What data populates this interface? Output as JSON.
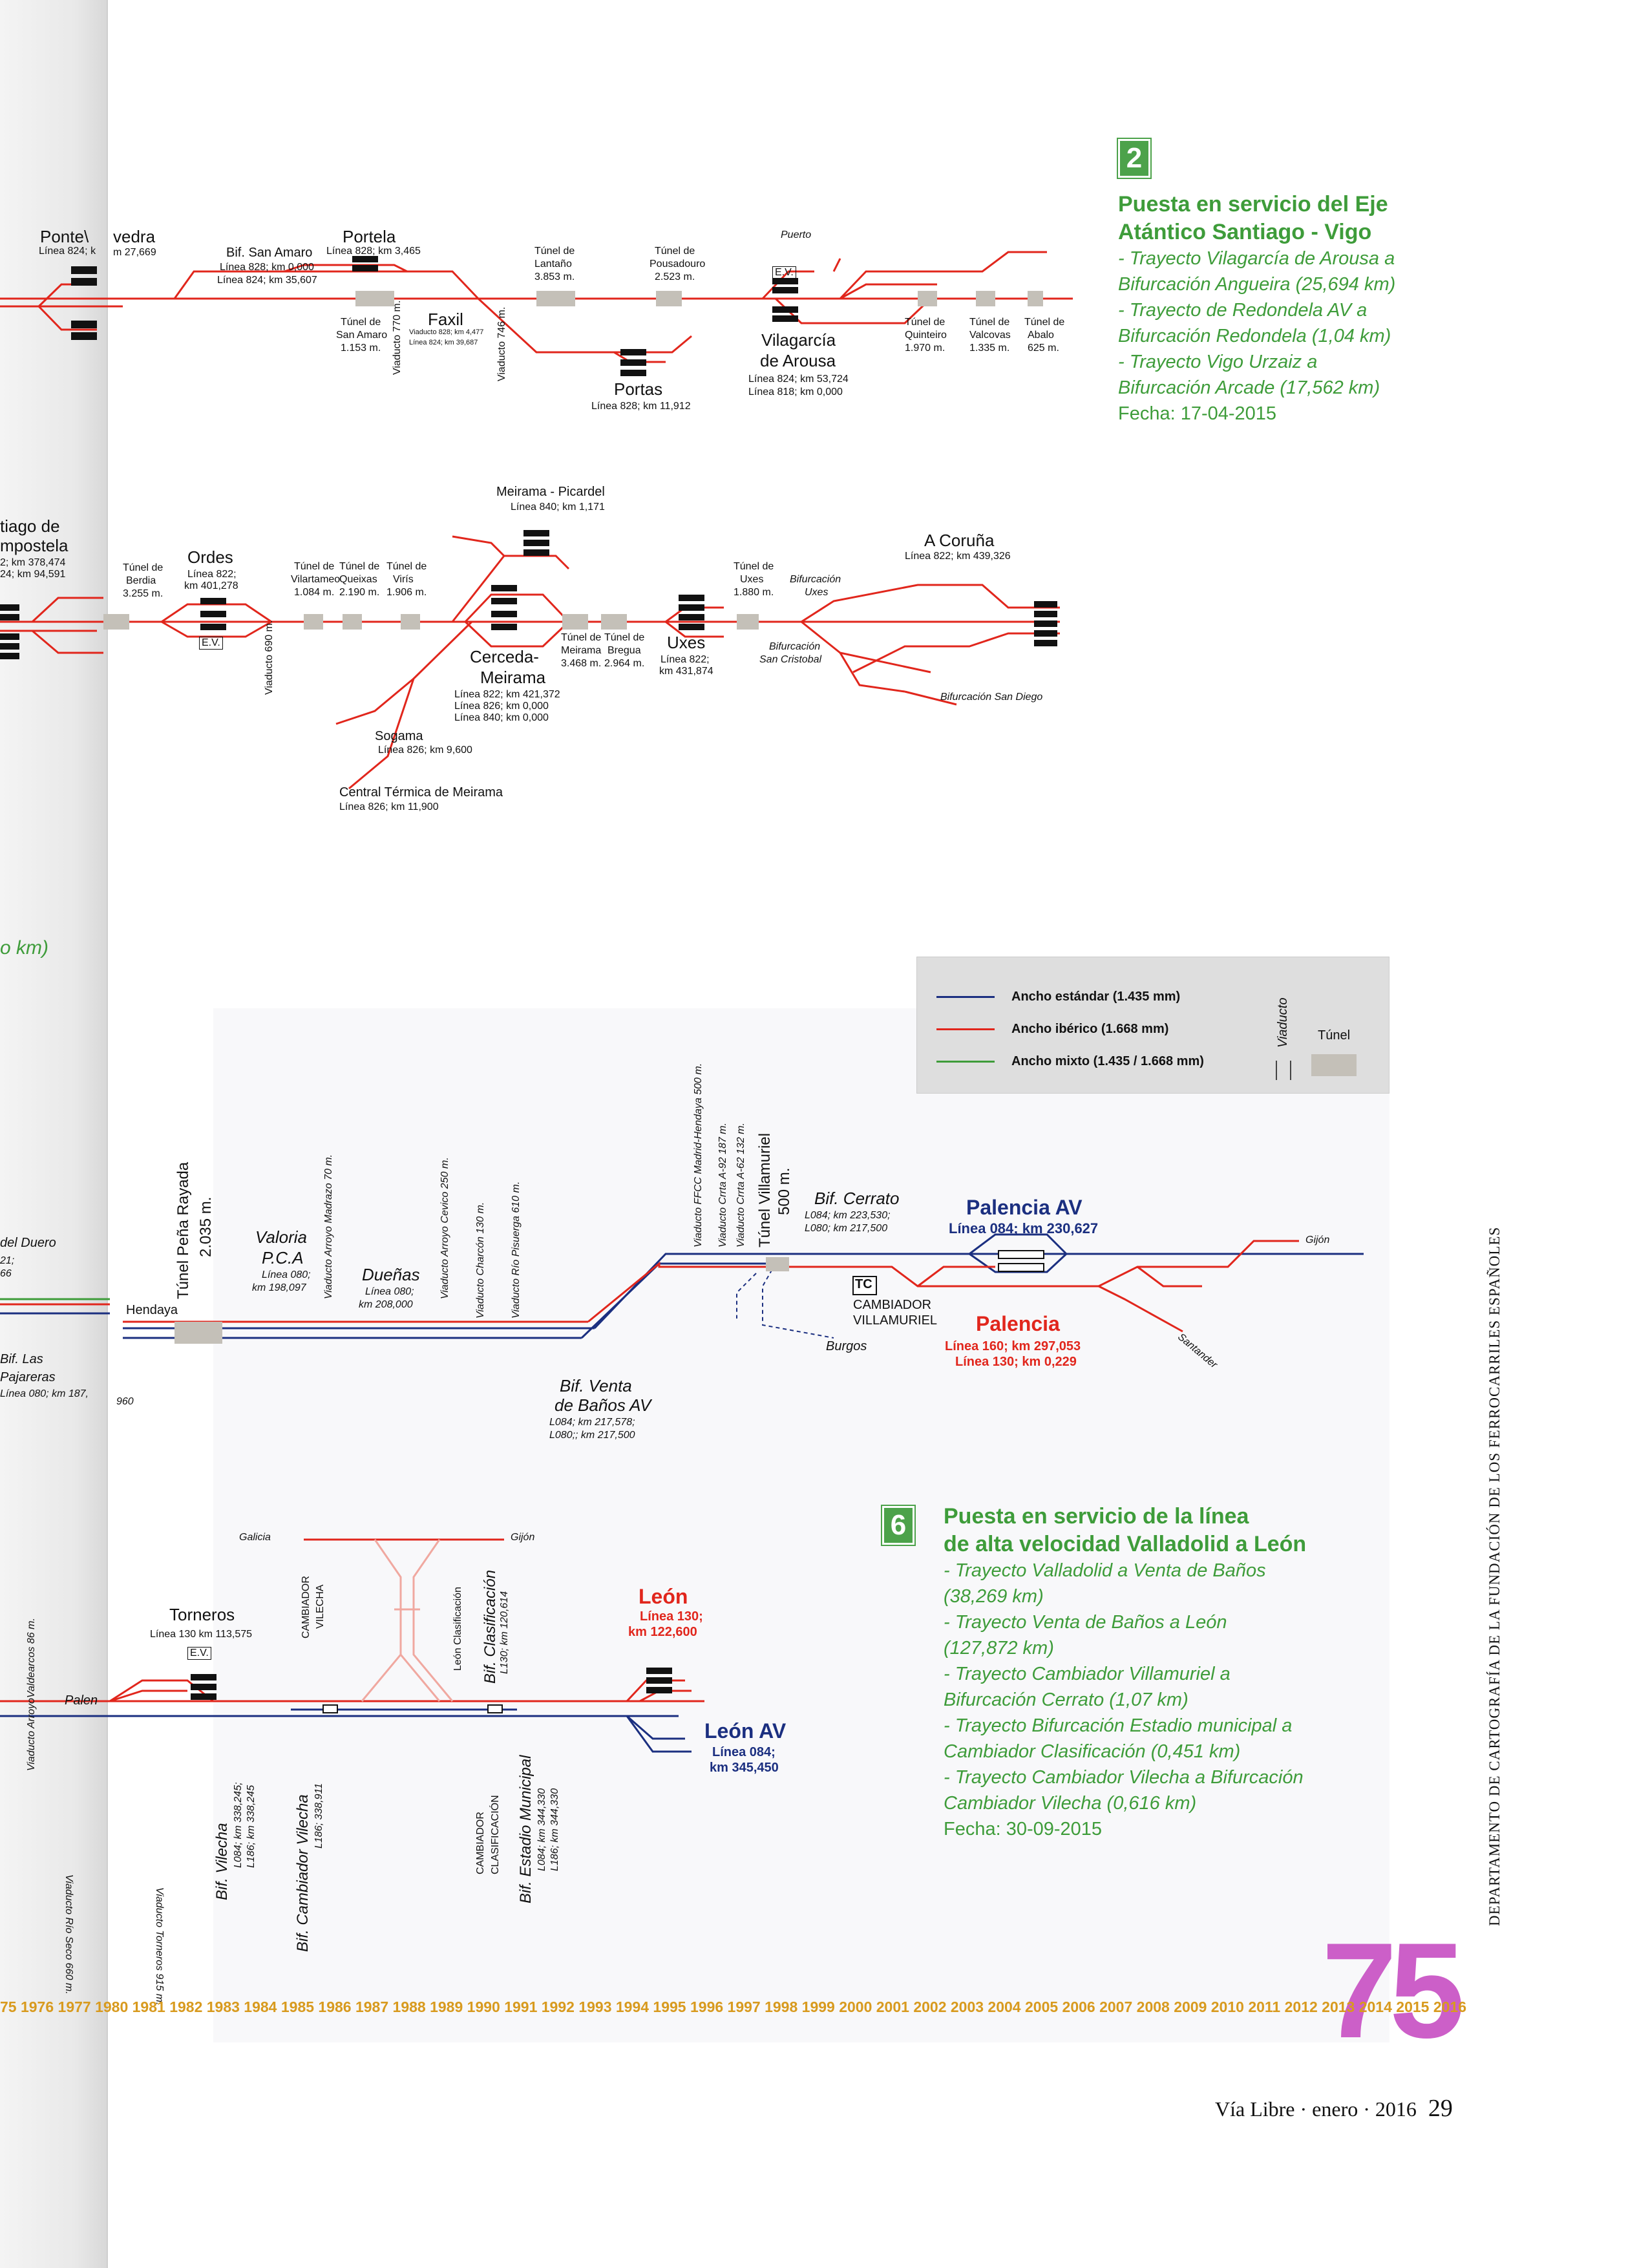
{
  "section2": {
    "number": "2",
    "title_1": "Puesta en servicio del Eje",
    "title_2": "Atántico Santiago - Vigo",
    "items": [
      "- Trayecto Vilagarcía de Arousa a",
      "Bifurcación Angueira (25,694 km)",
      "- Trayecto de Redondela AV a",
      "Bifurcación Redondela (1,04 km)",
      "- Trayecto Vigo Urzaiz a",
      "Bifurcación Arcade (17,562 km)"
    ],
    "fecha": "Fecha: 17-04-2015"
  },
  "section6": {
    "number": "6",
    "title_1": "Puesta en servicio de la línea",
    "title_2": "de alta velocidad Valladolid a León",
    "items": [
      "- Trayecto Valladolid a Venta de Baños",
      "(38,269 km)",
      "- Trayecto Venta de Baños a León",
      "(127,872 km)",
      "- Trayecto Cambiador Villamuriel a",
      "Bifurcación Cerrato (1,07 km)",
      "- Trayecto Bifurcación Estadio municipal a",
      "Cambiador Clasificación (0,451 km)",
      "- Trayecto Cambiador Vilecha a Bifurcación",
      "Cambiador Vilecha (0,616 km)"
    ],
    "fecha": "Fecha: 30-09-2015"
  },
  "legend": {
    "estandar": "Ancho estándar (1.435 mm)",
    "iberico": "Ancho ibérico (1.668 mm)",
    "mixto": "Ancho mixto (1.435 / 1.668 mm)",
    "viaducto": "Viaducto",
    "tunel": "Túnel",
    "colors": {
      "estandar": "#1b2f80",
      "iberico": "#e1261c",
      "mixto": "#3e9c3a",
      "tunnel": "#c4c0b8"
    }
  },
  "map_vigo": {
    "ponte": "Ponte\\",
    "ponte_km": "Línea 824; k",
    "pontevedra": "vedra",
    "pontevedra_km": "m 27,669",
    "bif_san_amaro": "Bif. San Amaro",
    "bif_san_amaro_km1": "Línea 828; km 0,000",
    "bif_san_amaro_km2": "Línea 824; km 35,607",
    "portela": "Portela",
    "portela_km": "Línea 828; km 3,465",
    "tunel_san_amaro_1": "Túnel de",
    "tunel_san_amaro_2": "San Amaro",
    "tunel_san_amaro_3": "1.153 m.",
    "faxil": "Faxil",
    "faxil_km1": "Viaducto 828; km 4,477",
    "faxil_km2": "Línea 824; km 39,687",
    "viaducto_770": "Viaducto 770 m.",
    "viaducto_746": "Viaducto 746 m.",
    "tunel_lantano_1": "Túnel de",
    "tunel_lantano_2": "Lantaño",
    "tunel_lantano_3": "3.853 m.",
    "tunel_pousadouro_1": "Túnel de",
    "tunel_pousadouro_2": "Pousadouro",
    "tunel_pousadouro_3": "2.523 m.",
    "portas": "Portas",
    "portas_km": "Línea 828; km 11,912",
    "puerto": "Puerto",
    "vilagarcia_1": "Vilagarcía",
    "vilagarcia_2": "de Arousa",
    "vilagarcia_km1": "Línea 824; km 53,724",
    "vilagarcia_km2": "Línea 818; km 0,000",
    "tunel_quinteiro_1": "Túnel de",
    "tunel_quinteiro_2": "Quinteiro",
    "tunel_quinteiro_3": "1.970 m.",
    "tunel_valcovas_1": "Túnel de",
    "tunel_valcovas_2": "Valcovas",
    "tunel_valcovas_3": "1.335 m.",
    "tunel_abalo_1": "Túnel de",
    "tunel_abalo_2": "Abalo",
    "tunel_abalo_3": "625 m.",
    "ev": "E.V."
  },
  "map_coruna": {
    "santiago_1": "tiago de",
    "santiago_2": "mpostela",
    "santiago_km1": "2; km 378,474",
    "santiago_km2": "24; km 94,591",
    "tunel_berdia_1": "Túnel de",
    "tunel_berdia_2": "Berdia",
    "tunel_berdia_3": "3.255 m.",
    "ordes": "Ordes",
    "ordes_km1": "Línea 822;",
    "ordes_km2": "km 401,278",
    "tunel_vilartameo_1": "Túnel de",
    "tunel_vilartameo_2": "Vilartameo",
    "tunel_vilartameo_3": "1.084 m.",
    "tunel_queixas_1": "Túnel de",
    "tunel_queixas_2": "Queixas",
    "tunel_queixas_3": "2.190 m.",
    "tunel_virs_1": "Túnel de",
    "tunel_virs_2": "Virís",
    "tunel_virs_3": "1.906 m.",
    "viaducto_690": "Viaducto 690 m.",
    "meirama_picardel": "Meirama - Picardel",
    "meirama_picardel_km": "Línea 840; km 1,171",
    "cerceda_1": "Cerceda-",
    "cerceda_2": "Meirama",
    "cerceda_km1": "Línea 822; km 421,372",
    "cerceda_km2": "Línea 826; km 0,000",
    "cerceda_km3": "Línea 840; km 0,000",
    "tunel_meirama_1": "Túnel de",
    "tunel_meirama_2": "Meirama",
    "tunel_meirama_3": "3.468 m.",
    "tunel_bregua_1": "Túnel de",
    "tunel_bregua_2": "Bregua",
    "tunel_bregua_3": "2.964 m.",
    "uxes": "Uxes",
    "uxes_km1": "Línea 822;",
    "uxes_km2": "km 431,874",
    "tunel_uxes_1": "Túnel de",
    "tunel_uxes_2": "Uxes",
    "tunel_uxes_3": "1.880 m.",
    "bif_uxes_1": "Bifurcación",
    "bif_uxes_2": "Uxes",
    "bif_san_cristobal_1": "Bifurcación",
    "bif_san_cristobal_2": "San Cristobal",
    "bif_san_diego": "Bifurcación San Diego",
    "coruna": "A Coruña",
    "coruna_km": "Línea 822; km 439,326",
    "sogama": "Sogama",
    "sogama_km": "Línea 826; km 9,600",
    "central_termica": "Central Térmica de Meirama",
    "central_termica_km": "Línea 826; km 11,900",
    "ev": "E.V."
  },
  "map_palencia": {
    "km_green": "o km)",
    "del_duero": "del Duero",
    "del_duero_km1": "21;",
    "del_duero_km2": "66",
    "bif_las_1": "Bif. Las",
    "bif_las_2": "Pajareras",
    "bif_las_km": "Línea 080; km 187,",
    "hendaya": "Hendaya",
    "tunel_pena_1": "Túnel Peña Rayada",
    "tunel_pena_2": "2.035 m.",
    "valoria_1": "Valoria",
    "valoria_2": "P.C.A",
    "valoria_km1": "Línea 080;",
    "valoria_km2": "km 198,097",
    "duenas": "Dueñas",
    "duenas_km1": "Línea 080;",
    "duenas_km2": "km 208,000",
    "viaducto_madrazo": "Viaducto Arroyo Madrazo 70 m.",
    "viaducto_cevico": "Viaducto Arroyo Cevico 250 m.",
    "viaducto_charcon": "Viaducto Charcón 130 m.",
    "viaducto_pisuerga": "Viaducto Río Pisuerga 610 m.",
    "viaducto_ffcc": "Viaducto FFCC Madrid-Hendaya 500 m.",
    "viaducto_a92": "Viaducto Crrta A-92 187 m.",
    "viaducto_a62": "Viaducto Crrta A-62 132 m.",
    "tunel_villamuriel_1": "Túnel Villamuriel",
    "tunel_villamuriel_2": "500 m.",
    "bif_venta_1": "Bif. Venta",
    "bif_venta_2": "de Baños AV",
    "bif_venta_km1": "L084;  km 217,578;",
    "bif_venta_km2": "L080;; km 217,500",
    "bif_cerrato": "Bif. Cerrato",
    "bif_cerrato_km1": "L084;  km 223,530;",
    "bif_cerrato_km2": "L080;  km 217,500",
    "burgos": "Burgos",
    "tc": "TC",
    "cambiador_1": "CAMBIADOR",
    "cambiador_2": "VILLAMURIEL",
    "palencia_av": "Palencia AV",
    "palencia_av_km": "Línea 084; km 230,627",
    "palencia": "Palencia",
    "palencia_km1": "Línea 160; km 297,053",
    "palencia_km2": "Línea 130; km 0,229",
    "gijon": "Gijón",
    "santander": "Santander",
    "num_960": "960"
  },
  "map_leon": {
    "galicia": "Galicia",
    "gijon": "Gijón",
    "torneros": "Torneros",
    "torneros_km": "Línea 130 km 113,575",
    "viaducto_valdearcos": "Viaducto ArroyoValdearcos 86 m.",
    "palen": "Palen",
    "viaducto_rio_seco": "Viaducto Río Seco 660 m.",
    "viaducto_torneros": "Viaducto Torneros 915 m.",
    "bif_vilecha": "Bif. Vilecha",
    "bif_vilecha_km1": "L084; km 338,245;",
    "bif_vilecha_km2": "L186; km 338,245",
    "bif_camb_vilecha": "Bif. Cambiador Vilecha",
    "bif_camb_vilecha_km": "L186; 338,911",
    "cambiador_vilecha_1": "CAMBIADOR",
    "cambiador_vilecha_2": "VILECHA",
    "leon_clasificacion": "León Clasificación",
    "bif_clasificacion": "Bif. Clasificación",
    "bif_clasificacion_km": "L130; km 120,614",
    "cambiador_clas_1": "CAMBIADOR",
    "cambiador_clas_2": "CLASIFICACIÓN",
    "bif_estadio": "Bif. Estadio Municipal",
    "bif_estadio_km1": "L084; km 344,330",
    "bif_estadio_km2": "L186; km 344,330",
    "leon": "León",
    "leon_km1": "Línea 130;",
    "leon_km2": "km 122,600",
    "leon_av": "León AV",
    "leon_av_km1": "Línea 084;",
    "leon_av_km2": "km 345,450",
    "ev": "E.V."
  },
  "timeline": {
    "years": "75 1976 1977 1980 1981 1982 1983 1984 1985 1986 1987 1988 1989 1990 1991 1992 1993 1994 1995 1996 1997 1998 1999 2000 2001 2002 2003 2004 2005 2006 2007 2008 2009 2010 2011 2012 2013 2014 2015 2016",
    "anniversary": "75"
  },
  "sidebar_text": "DEPARTAMENTO DE CARTOGRAFÍA DE LA FUNDACIÓN DE LOS FERROCARRILES ESPAÑOLES",
  "footer": {
    "text": "Vía Libre · enero · 2016",
    "page": "29"
  }
}
